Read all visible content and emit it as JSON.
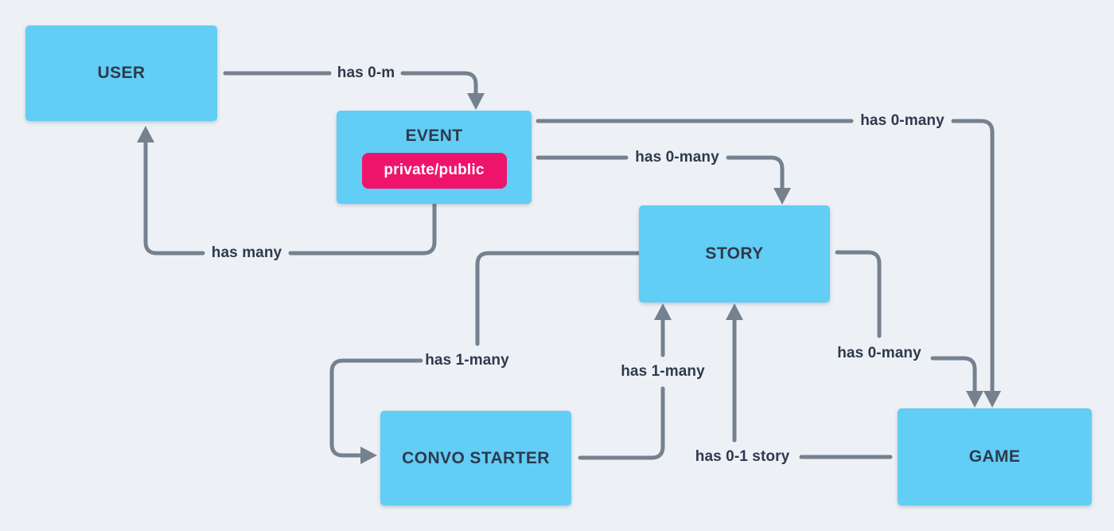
{
  "diagram": {
    "colors": {
      "background": "#edf1f5",
      "node_fill": "#62cdf5",
      "node_text": "#2e3a4d",
      "edge": "#75818e",
      "badge_fill": "#ef146b",
      "badge_text": "#ffffff"
    },
    "nodes": [
      {
        "id": "user",
        "label": "USER"
      },
      {
        "id": "event",
        "label": "EVENT",
        "badge": "private/public"
      },
      {
        "id": "story",
        "label": "STORY"
      },
      {
        "id": "convo-starter",
        "label": "CONVO STARTER"
      },
      {
        "id": "game",
        "label": "GAME"
      }
    ],
    "edges": [
      {
        "from": "user",
        "to": "event",
        "label": "has 0-m"
      },
      {
        "from": "event",
        "to": "game",
        "label": "has 0-many"
      },
      {
        "from": "event",
        "to": "story",
        "label": "has 0-many"
      },
      {
        "from": "event",
        "to": "user",
        "label": "has many"
      },
      {
        "from": "story",
        "to": "convo-starter",
        "label": "has 1-many"
      },
      {
        "from": "convo-starter",
        "to": "story",
        "label": "has 1-many"
      },
      {
        "from": "game",
        "to": "story",
        "label": "has 0-1 story"
      },
      {
        "from": "story",
        "to": "game",
        "label": "has 0-many"
      }
    ]
  }
}
